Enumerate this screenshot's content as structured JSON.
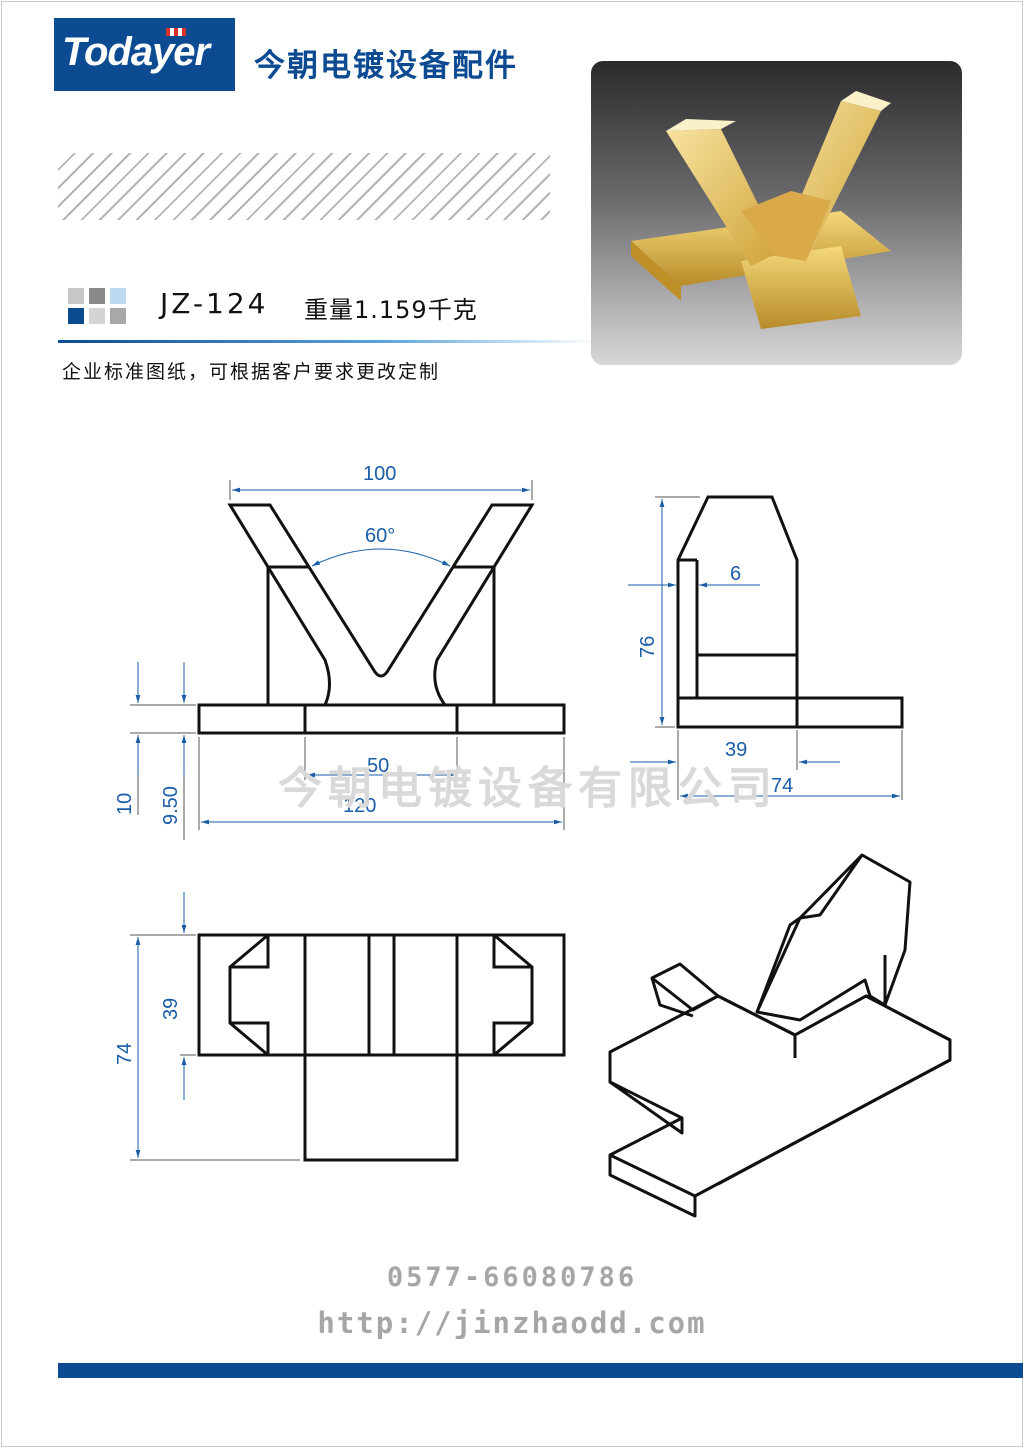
{
  "header": {
    "logo_text": "Todayer",
    "brand_name": "今朝电镀设备配件"
  },
  "product": {
    "code": "JZ-124",
    "weight": "重量1.159千克",
    "note": "企业标准图纸，可根据客户要求更改定制"
  },
  "colors": {
    "brand_blue": "#0c4a92",
    "dimension_blue": "#1a5ea8",
    "product_gold": "#e9c65a"
  },
  "swatches": [
    "#c8c8c8",
    "#8a8a8a",
    "#bcd9f0",
    "#0c4a92",
    "#d4d4d4",
    "#a8a8a8"
  ],
  "dimensions": {
    "front_top_width": "100",
    "front_angle": "60°",
    "front_base_center": "50",
    "front_base_width": "120",
    "front_base_thickness_a": "10",
    "front_base_thickness_b": "9.50",
    "side_wall": "6",
    "side_height": "76",
    "side_base_a": "39",
    "side_base_b": "74",
    "plan_inner": "39",
    "plan_outer": "74"
  },
  "watermark": "今朝电镀设备有限公司",
  "footer": {
    "phone": "0577-66080786",
    "url": "http://jinzhaodd.com"
  }
}
